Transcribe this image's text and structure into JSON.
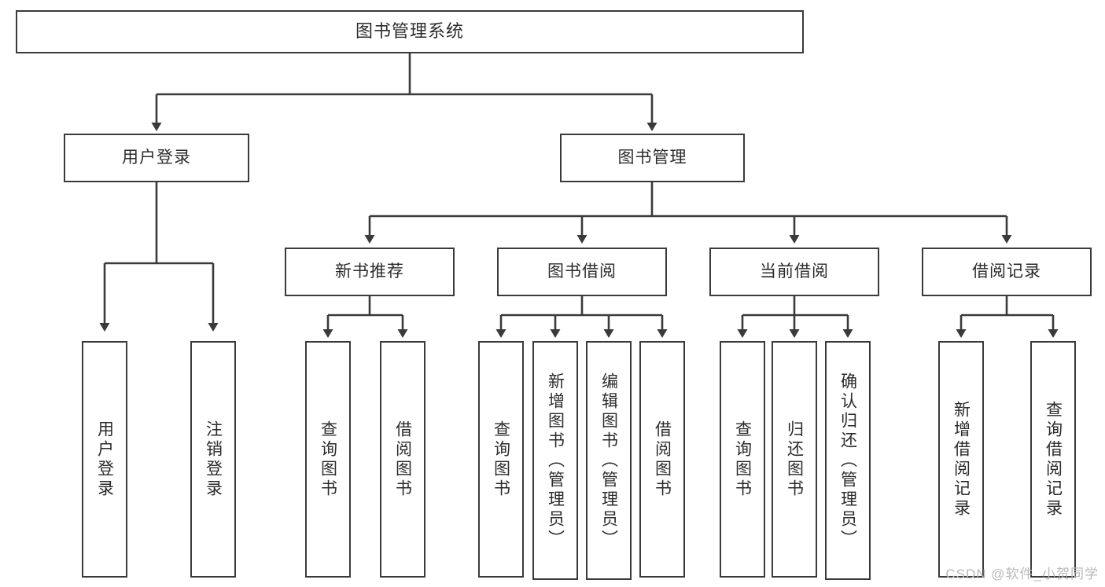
{
  "diagram": {
    "title": "图书管理系统",
    "type": "hierarchy-tree",
    "root": {
      "id": "root",
      "label": "图书管理系统"
    },
    "level2": [
      {
        "id": "user-login",
        "label": "用户登录"
      },
      {
        "id": "book-management",
        "label": "图书管理"
      }
    ],
    "level3": [
      {
        "id": "new-book-recommend",
        "label": "新书推荐",
        "parent": "book-management"
      },
      {
        "id": "book-borrow",
        "label": "图书借阅",
        "parent": "book-management"
      },
      {
        "id": "current-borrow",
        "label": "当前借阅",
        "parent": "book-management"
      },
      {
        "id": "borrow-record",
        "label": "借阅记录",
        "parent": "book-management"
      }
    ],
    "leaves": [
      {
        "id": "leaf-user-login",
        "label": "用户登录",
        "parent": "user-login"
      },
      {
        "id": "leaf-logout-login",
        "label": "注销登录",
        "parent": "user-login"
      },
      {
        "id": "leaf-query-book-1",
        "label": "查询图书",
        "parent": "new-book-recommend"
      },
      {
        "id": "leaf-borrow-book-1",
        "label": "借阅图书",
        "parent": "new-book-recommend"
      },
      {
        "id": "leaf-query-book-2",
        "label": "查询图书",
        "parent": "book-borrow"
      },
      {
        "id": "leaf-add-book-admin",
        "label": "新增图书（管理员）",
        "parent": "book-borrow"
      },
      {
        "id": "leaf-edit-book-admin",
        "label": "编辑图书（管理员）",
        "parent": "book-borrow"
      },
      {
        "id": "leaf-borrow-book-2",
        "label": "借阅图书",
        "parent": "book-borrow"
      },
      {
        "id": "leaf-query-book-3",
        "label": "查询图书",
        "parent": "current-borrow"
      },
      {
        "id": "leaf-return-book",
        "label": "归还图书",
        "parent": "current-borrow"
      },
      {
        "id": "leaf-confirm-return-admin",
        "label": "确认归还（管理员）",
        "parent": "current-borrow"
      },
      {
        "id": "leaf-add-borrow-record",
        "label": "新增借阅记录",
        "parent": "borrow-record"
      },
      {
        "id": "leaf-query-borrow-record",
        "label": "查询借阅记录",
        "parent": "borrow-record"
      }
    ]
  },
  "watermark": {
    "text": "CSDN @软件_小贺同学"
  },
  "colors": {
    "stroke": "#3a3a3a",
    "text": "#2b2b2b",
    "background": "#ffffff",
    "watermark": "#b9b9b9"
  }
}
